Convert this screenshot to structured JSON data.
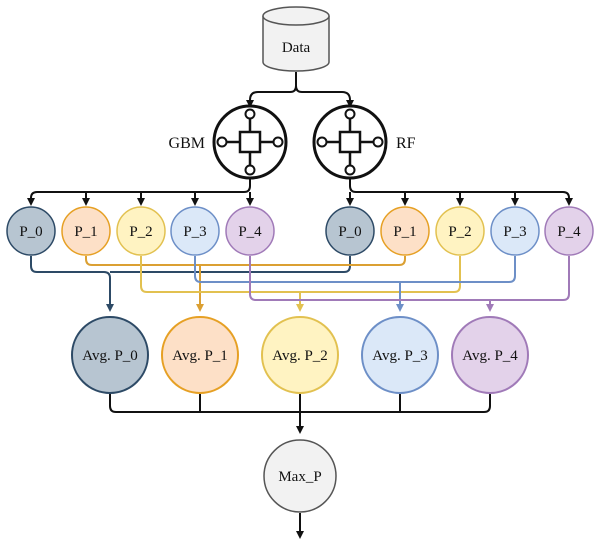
{
  "data_node": {
    "label": "Data"
  },
  "models": [
    {
      "id": "gbm",
      "label": "GBM"
    },
    {
      "id": "rf",
      "label": "RF"
    }
  ],
  "p_nodes": {
    "gbm": [
      "P_0",
      "P_1",
      "P_2",
      "P_3",
      "P_4"
    ],
    "rf": [
      "P_0",
      "P_1",
      "P_2",
      "P_3",
      "P_4"
    ]
  },
  "avg_nodes": [
    "Avg. P_0",
    "Avg. P_1",
    "Avg. P_2",
    "Avg. P_3",
    "Avg. P_4"
  ],
  "max_node": {
    "label": "Max_P"
  },
  "colors": {
    "class_fill": [
      "#b7c5d1",
      "#fde0c7",
      "#fff3c2",
      "#dbe8f8",
      "#e3d2ea"
    ],
    "class_stroke": [
      "#2d4a66",
      "#e6a024",
      "#e2c150",
      "#6d8fc7",
      "#a07ab8"
    ],
    "edge": [
      "#2d4a66",
      "#dba033",
      "#e2c150",
      "#6d8fc7",
      "#a07ab8"
    ],
    "neutral_fill": "#f2f2f2",
    "neutral_stroke": "#555555",
    "black": "#111111"
  },
  "icons": {
    "model_icon": "network-hub-icon",
    "data_icon": "database-cylinder-icon"
  }
}
